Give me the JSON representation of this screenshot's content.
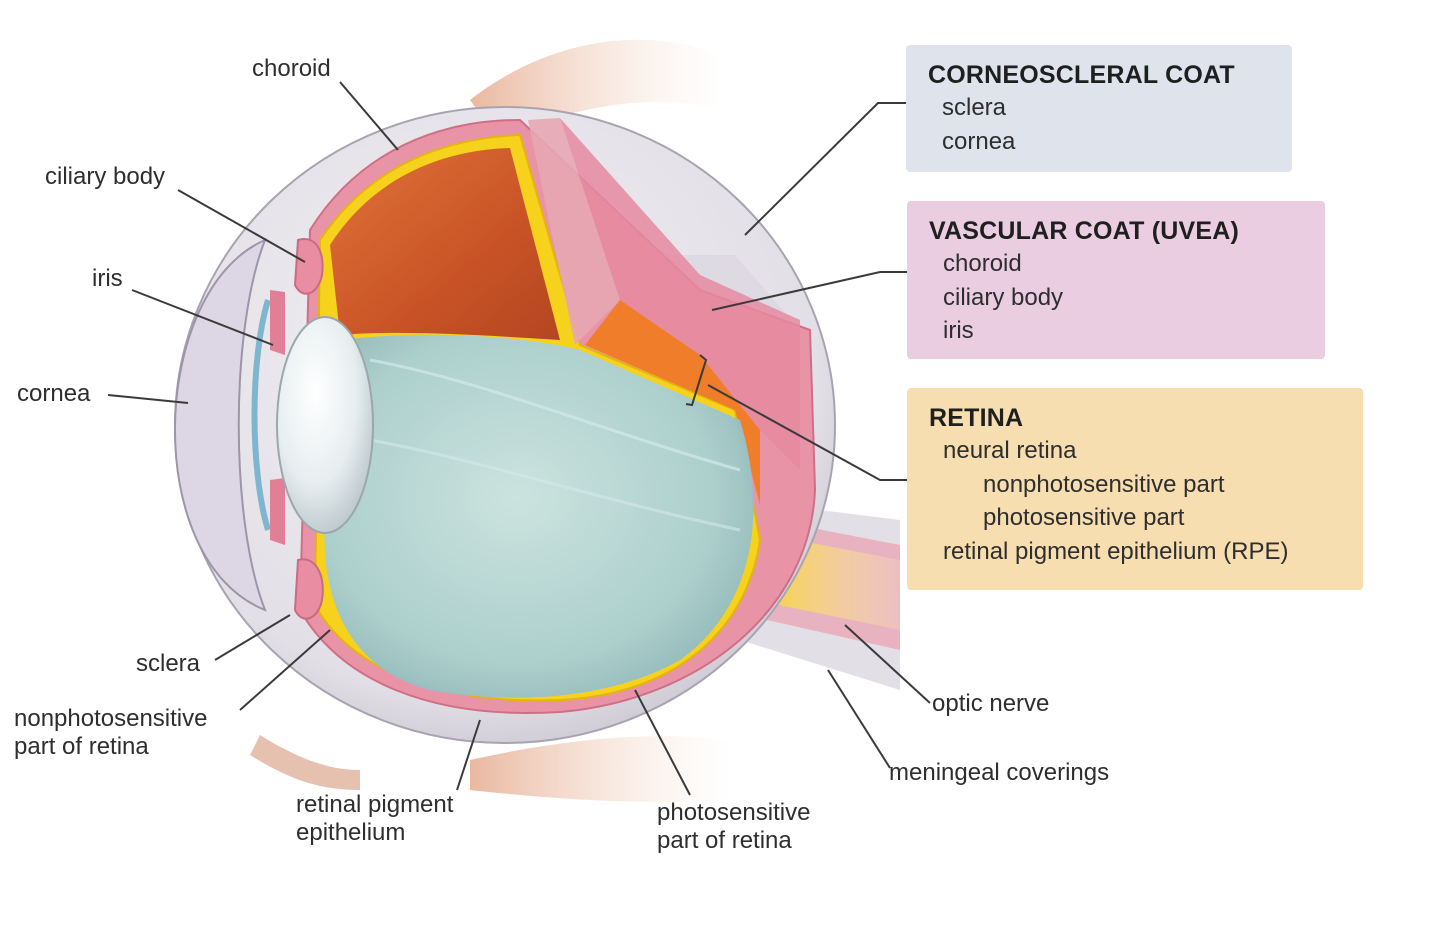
{
  "labels": {
    "choroid": "choroid",
    "ciliary_body": "ciliary body",
    "iris": "iris",
    "cornea": "cornea",
    "sclera": "sclera",
    "nonphotosensitive_retina": [
      "nonphotosensitive",
      "part of retina"
    ],
    "retinal_pigment_epithelium": [
      "retinal pigment",
      "epithelium"
    ],
    "photosensitive_retina": [
      "photosensitive",
      "part of retina"
    ],
    "optic_nerve": "optic nerve",
    "meningeal_coverings": "meningeal coverings"
  },
  "legend": {
    "corneoscleral": {
      "heading": "CORNEOSCLERAL COAT",
      "items": [
        "sclera",
        "cornea"
      ],
      "color": "#dfe3ec"
    },
    "vascular": {
      "heading": "VASCULAR COAT (UVEA)",
      "items": [
        "choroid",
        "ciliary body",
        "iris"
      ],
      "color": "#eacde0"
    },
    "retina": {
      "heading": "RETINA",
      "items": [
        "neural retina",
        "nonphotosensitive part",
        "photosensitive part",
        "retinal pigment epithelium (RPE)"
      ],
      "color": "#f7deb0"
    }
  },
  "colors": {
    "sclera": "#e6e3ea",
    "choroid": "#e58fa3",
    "retina": "#f5d21c",
    "vitreous": "#a8cfd6",
    "posterior_cavity": "#d7662f",
    "muscle": "#d49a82",
    "leader_line": "#3a3a3a"
  }
}
